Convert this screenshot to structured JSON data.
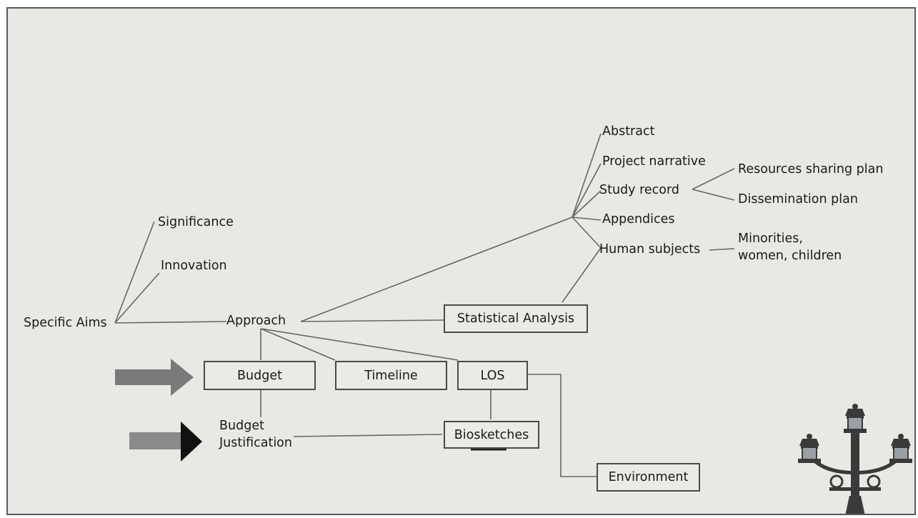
{
  "nodes": {
    "specific_aims": "Specific Aims",
    "significance": "Significance",
    "innovation": "Innovation",
    "approach": "Approach",
    "abstract": "Abstract",
    "project_narrative": "Project narrative",
    "study_record": "Study record",
    "resources_sharing_plan": "Resources sharing plan",
    "dissemination_plan": "Dissemination plan",
    "appendices": "Appendices",
    "human_subjects": "Human subjects",
    "minorities": "Minorities,\nwomen, children",
    "budget_justification": "Budget\nJustification"
  },
  "boxes": {
    "statistical_analysis": "Statistical Analysis",
    "budget": "Budget",
    "timeline": "Timeline",
    "los": "LOS",
    "biosketches": "Biosketches",
    "environment": "Environment"
  },
  "colors": {
    "background": "#e9e8e4",
    "line": "#666666",
    "box_border": "#4a4a4a",
    "arrow_budget": "#7a7a7a",
    "arrow_justification_body": "#8a8a8a",
    "arrow_justification_head": "#111111"
  },
  "icons": [
    "right-arrow-icon",
    "right-arrow-icon",
    "street-lamp-icon"
  ]
}
